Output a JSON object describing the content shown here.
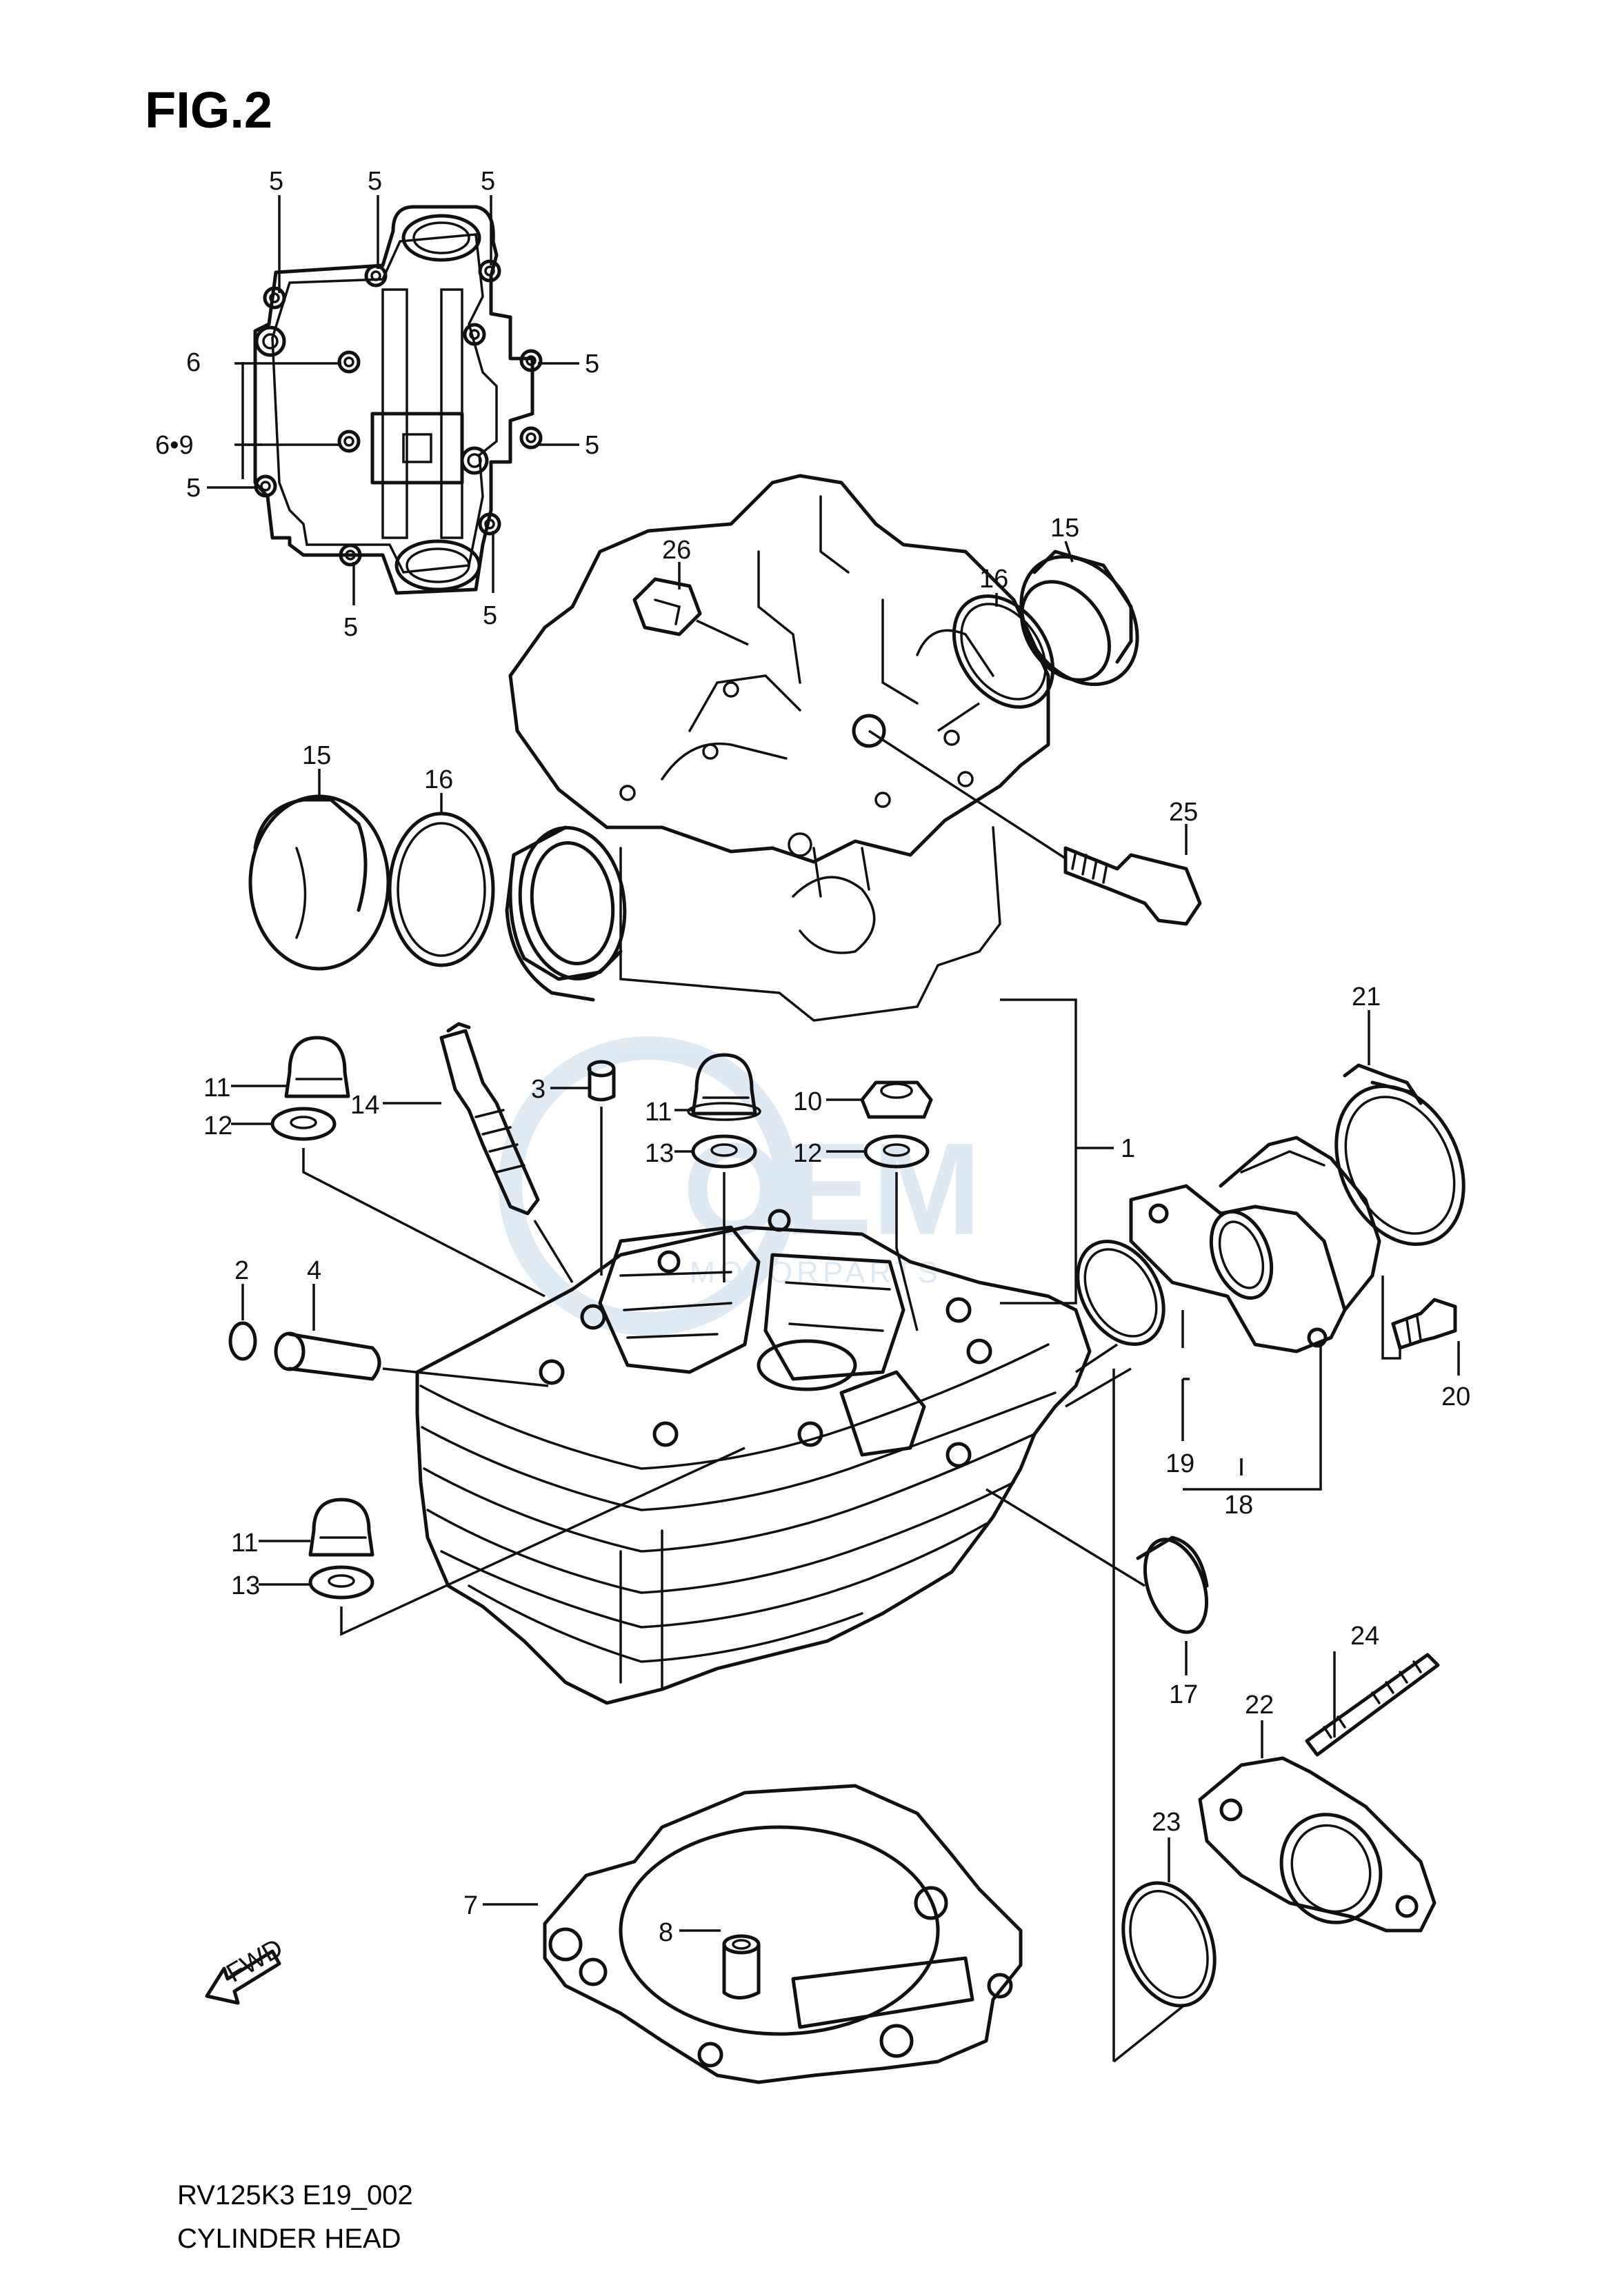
{
  "figure": {
    "title": "FIG.2",
    "code": "RV125K3 E19_002",
    "name": "CYLINDER HEAD",
    "direction_mark": "FWD"
  },
  "watermark": {
    "brand": "OEM",
    "sub": "MOTORPARTS"
  },
  "callouts": {
    "c1": "1",
    "c2": "2",
    "c3": "3",
    "c4": "4",
    "c5a": "5",
    "c5b": "5",
    "c5c": "5",
    "c5d": "5",
    "c5e": "5",
    "c5f": "5",
    "c5g": "5",
    "c5h": "5",
    "c6": "6",
    "c6_9": "6•9",
    "c7": "7",
    "c8": "8",
    "c10": "10",
    "c11a": "11",
    "c11b": "11",
    "c11c": "11",
    "c12a": "12",
    "c12b": "12",
    "c13a": "13",
    "c13b": "13",
    "c14": "14",
    "c15a": "15",
    "c15b": "15",
    "c16a": "16",
    "c16b": "16",
    "c17": "17",
    "c18": "18",
    "c19": "19",
    "c20": "20",
    "c21": "21",
    "c22": "22",
    "c23": "23",
    "c24": "24",
    "c25": "25",
    "c26": "26"
  },
  "colors": {
    "line": "#111111",
    "watermark": "#c6d8ea",
    "background": "#ffffff"
  }
}
